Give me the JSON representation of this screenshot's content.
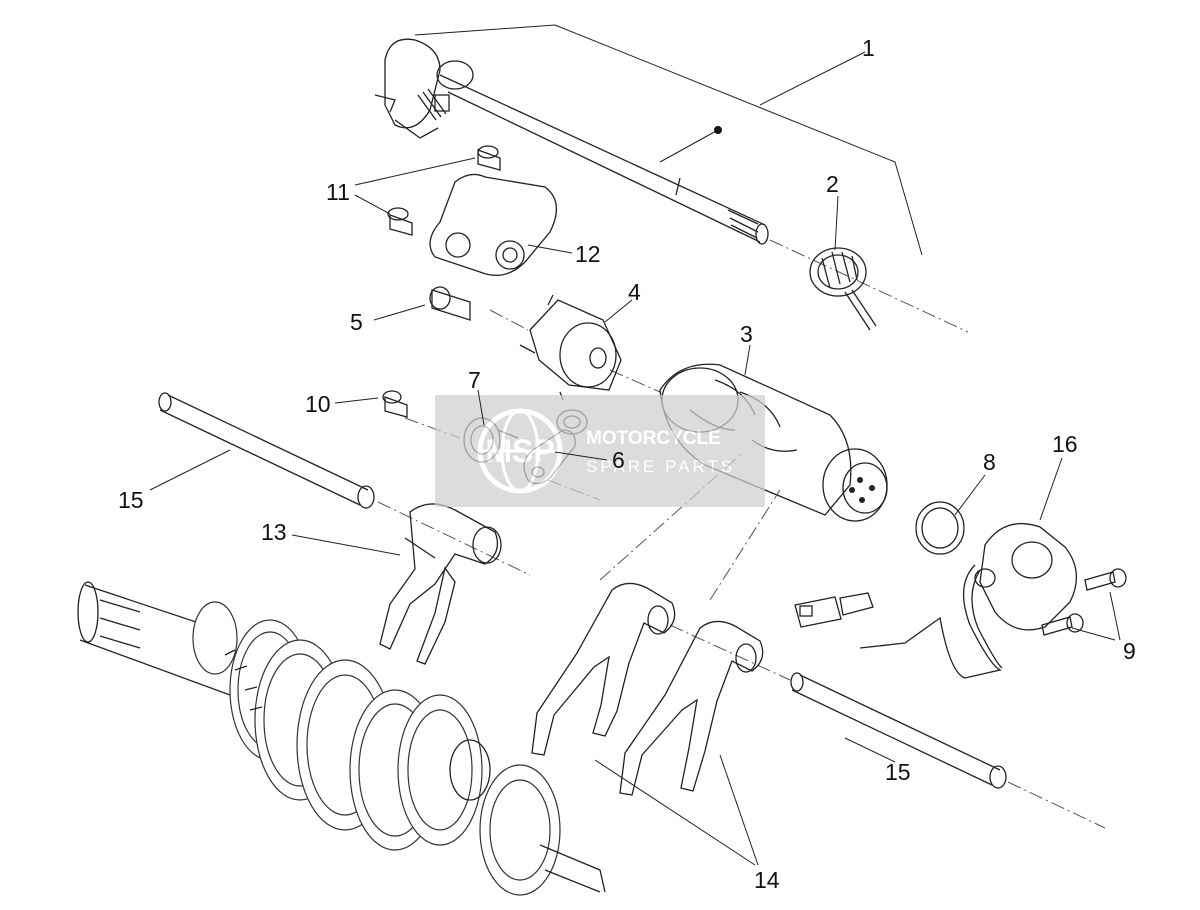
{
  "callouts": [
    {
      "label": "1"
    },
    {
      "label": "2"
    },
    {
      "label": "3"
    },
    {
      "label": "4"
    },
    {
      "label": "5"
    },
    {
      "label": "6"
    },
    {
      "label": "7"
    },
    {
      "label": "8"
    },
    {
      "label": "9"
    },
    {
      "label": "10"
    },
    {
      "label": "11"
    },
    {
      "label": "12"
    },
    {
      "label": "13"
    },
    {
      "label": "14"
    },
    {
      "label": "15"
    },
    {
      "label": "15"
    },
    {
      "label": "16"
    }
  ],
  "watermark": {
    "logo_text": "MSP",
    "line1": "MOTORCYCLE",
    "line2": "SPARE PARTS",
    "colors": {
      "badge": "#cfcfcf",
      "accent": "#f6a04d"
    }
  }
}
